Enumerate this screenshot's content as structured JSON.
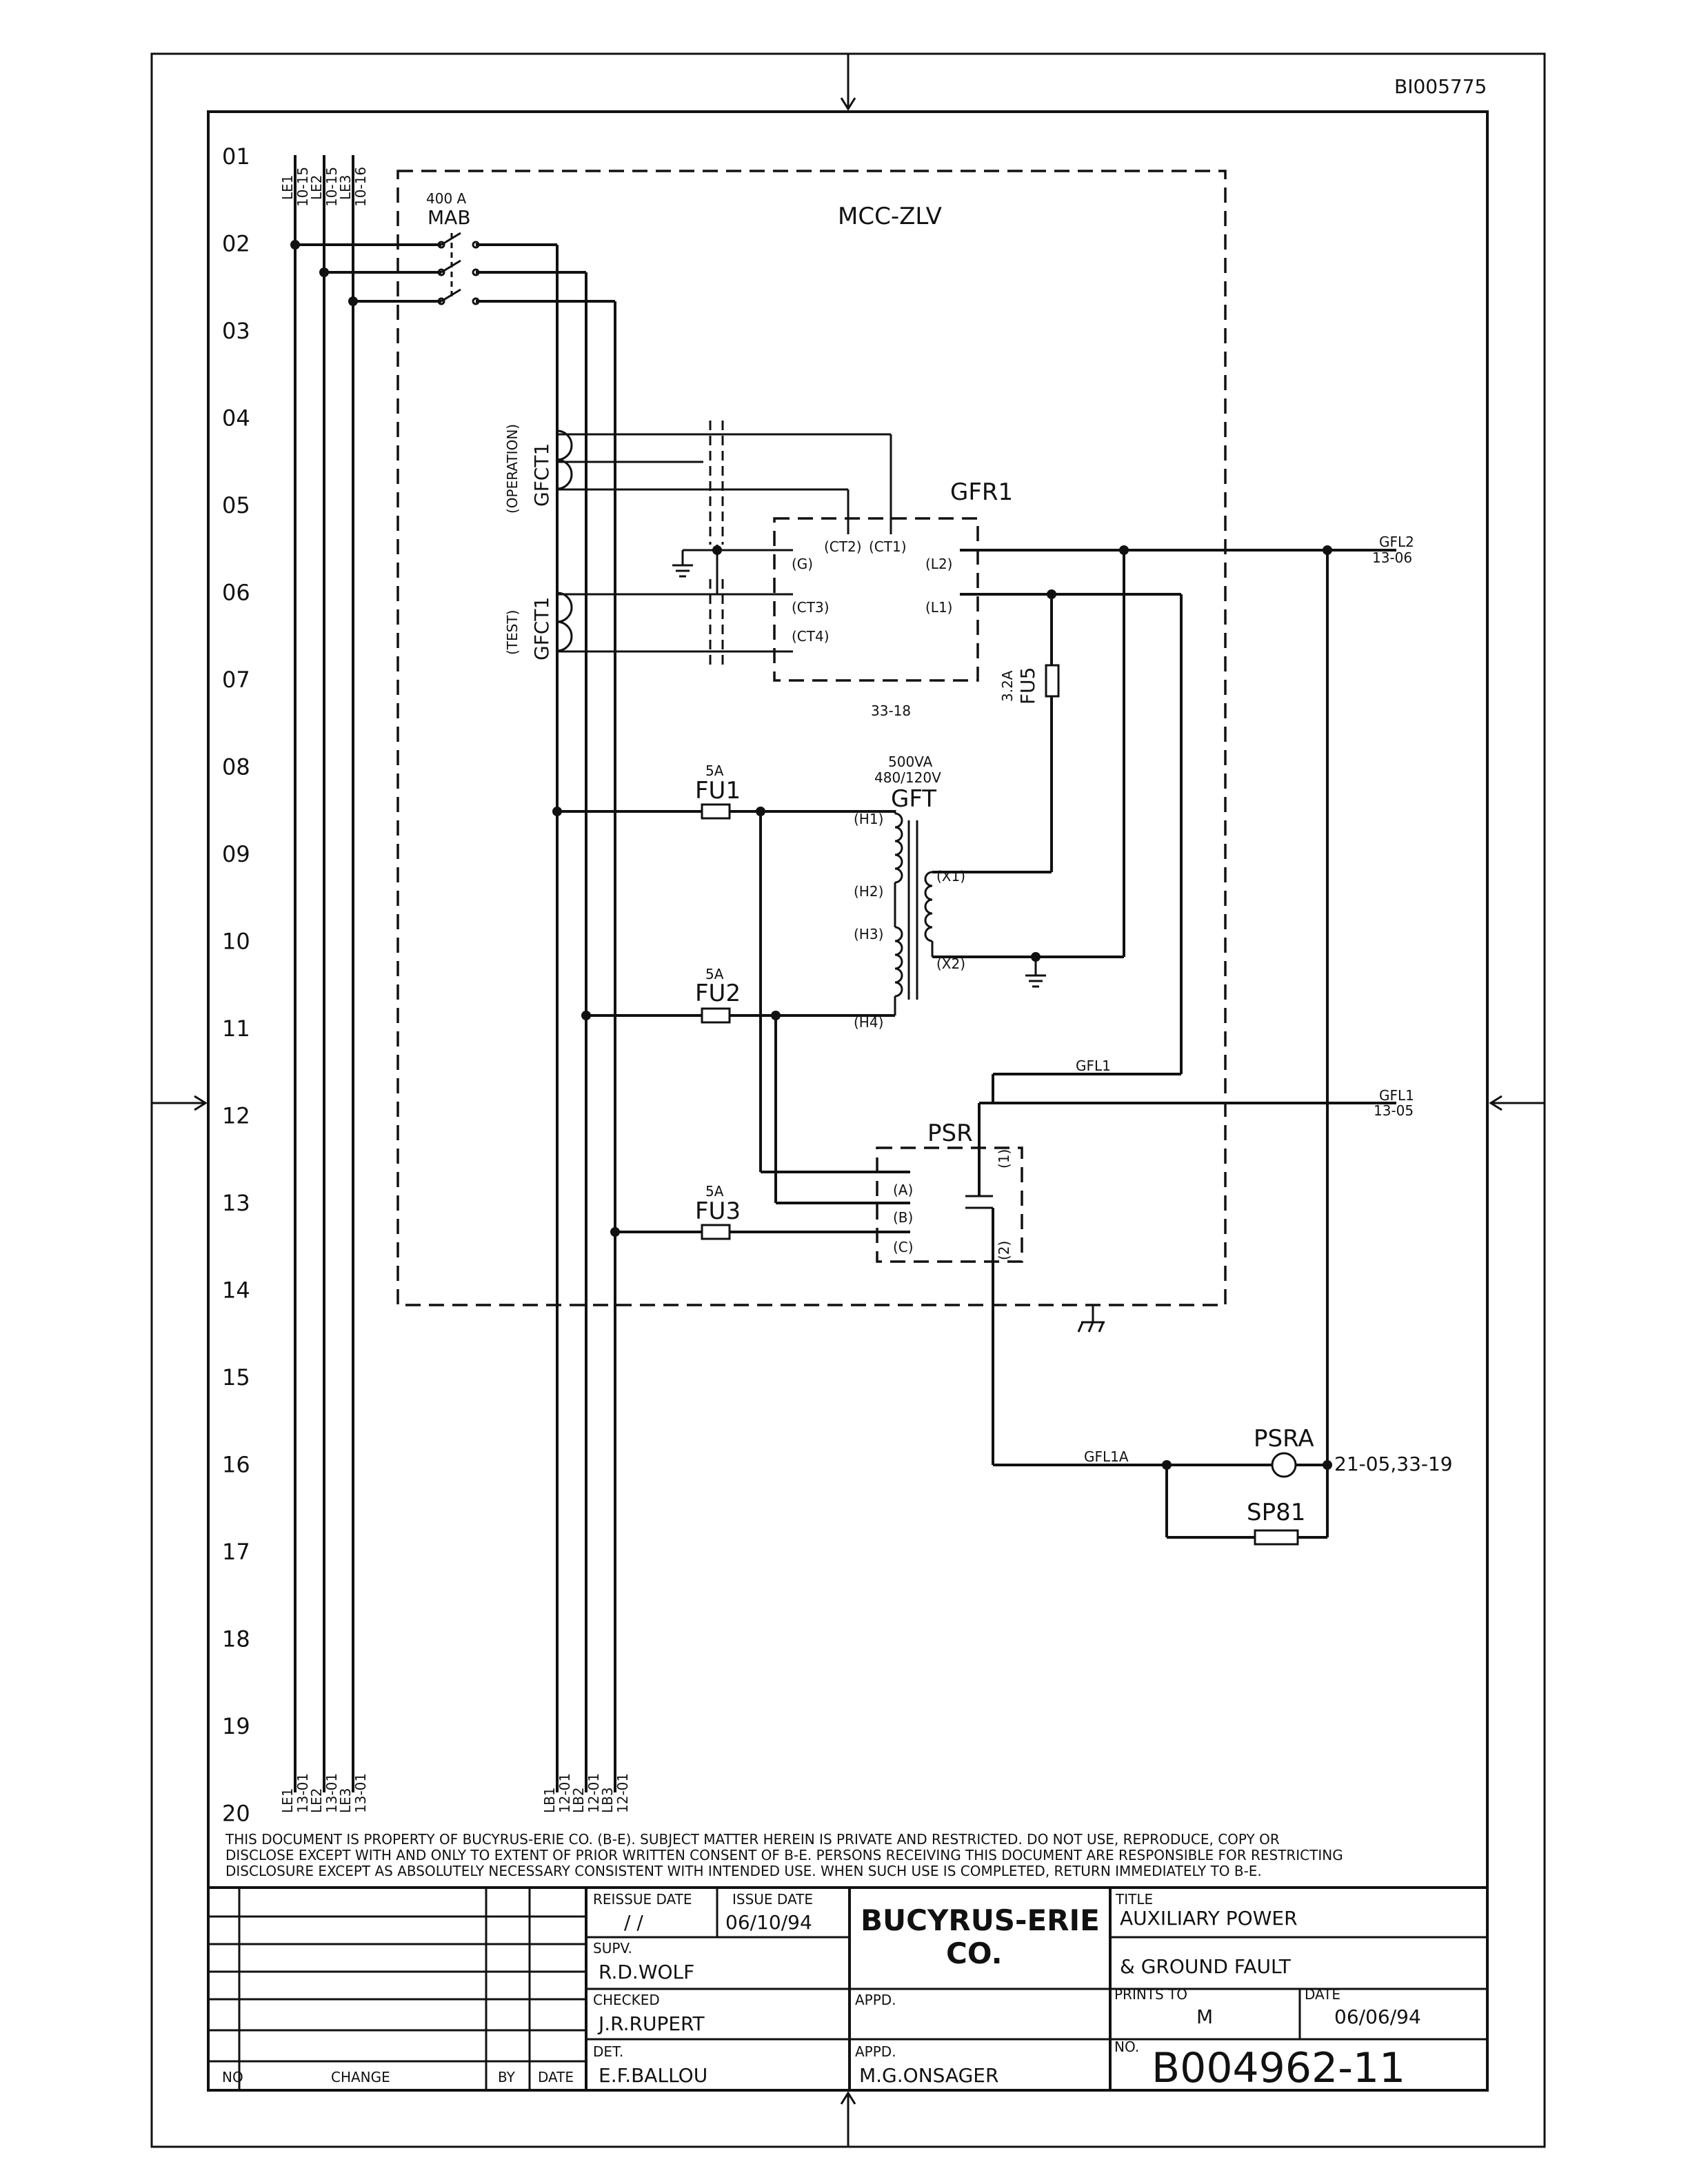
{
  "doc_id": "BI005775",
  "row_labels": [
    "01",
    "02",
    "03",
    "04",
    "05",
    "06",
    "07",
    "08",
    "09",
    "10",
    "11",
    "12",
    "13",
    "14",
    "15",
    "16",
    "17",
    "18",
    "19",
    "20"
  ],
  "labels": {
    "mcc": "MCC-ZLV",
    "mab_rating": "400 A",
    "mab": "MAB",
    "gfct1_op": "GFCT1",
    "gfct1_op_note": "(OPERATION)",
    "gfct1_test": "GFCT1",
    "gfct1_test_note": "(TEST)",
    "gfr1": "GFR1",
    "gfr1_ref": "33-18",
    "t_ct2": "(CT2)",
    "t_ct1": "(CT1)",
    "t_g": "(G)",
    "t_l2": "(L2)",
    "t_ct3": "(CT3)",
    "t_l1": "(L1)",
    "t_ct4": "(CT4)",
    "fu5_rating": "3.2A",
    "fu5": "FU5",
    "gfl2": "GFL2",
    "gfl2_ref": "13-06",
    "gft_va": "500VA",
    "gft_v": "480/120V",
    "gft": "GFT",
    "h1": "(H1)",
    "h2": "(H2)",
    "h3": "(H3)",
    "h4": "(H4)",
    "x1": "(X1)",
    "x2": "(X2)",
    "fu1_rating": "5A",
    "fu1": "FU1",
    "fu2_rating": "5A",
    "fu2": "FU2",
    "fu3_rating": "5A",
    "fu3": "FU3",
    "gfl1_wire": "GFL1",
    "gfl1": "GFL1",
    "gfl1_ref": "13-05",
    "psr": "PSR",
    "psr_a": "(A)",
    "psr_b": "(B)",
    "psr_c": "(C)",
    "psr_1": "(1)",
    "psr_2": "(2)",
    "gfl1a": "GFL1A",
    "psra": "PSRA",
    "psra_ref": "21-05,33-19",
    "sp81": "SP81",
    "le1_top": "LE1",
    "le1_top_ref": "10-15",
    "le2_top": "LE2",
    "le2_top_ref": "10-15",
    "le3_top": "LE3",
    "le3_top_ref": "10-16",
    "le1_bot": "LE1",
    "le1_bot_ref": "13-01",
    "le2_bot": "LE2",
    "le2_bot_ref": "13-01",
    "le3_bot": "LE3",
    "le3_bot_ref": "13-01",
    "lb1": "LB1",
    "lb1_ref": "12-01",
    "lb2": "LB2",
    "lb2_ref": "12-01",
    "lb3": "LB3",
    "lb3_ref": "12-01"
  },
  "notice": [
    "THIS DOCUMENT IS PROPERTY OF BUCYRUS-ERIE CO. (B-E). SUBJECT MATTER HEREIN IS PRIVATE AND RESTRICTED. DO NOT USE, REPRODUCE, COPY OR",
    "DISCLOSE EXCEPT WITH AND ONLY TO EXTENT OF PRIOR WRITTEN CONSENT OF B-E. PERSONS RECEIVING THIS DOCUMENT ARE RESPONSIBLE FOR RESTRICTING",
    "DISCLOSURE EXCEPT AS ABSOLUTELY NECESSARY CONSISTENT WITH INTENDED USE. WHEN SUCH USE IS COMPLETED, RETURN IMMEDIATELY TO B-E."
  ],
  "title_block": {
    "reissue_date_label": "REISSUE DATE",
    "reissue_date": "/ /",
    "issue_date_label": "ISSUE DATE",
    "issue_date": "06/10/94",
    "company_line1": "BUCYRUS-ERIE",
    "company_line2": "CO.",
    "title_label": "TITLE",
    "title_line1": "AUXILIARY POWER",
    "title_line2": "& GROUND FAULT",
    "supv_label": "SUPV.",
    "supv": "R.D.WOLF",
    "checked_label": "CHECKED",
    "checked": "J.R.RUPERT",
    "appd1_label": "APPD.",
    "prints_to_label": "PRINTS TO",
    "prints_to": "M",
    "date_label": "DATE",
    "date": "06/06/94",
    "det_label": "DET.",
    "det": "E.F.BALLOU",
    "appd2_label": "APPD.",
    "appd2": "M.G.ONSAGER",
    "no_label": "NO.",
    "drawing_no": "B004962-11",
    "rev_no_header": "NO",
    "rev_change_header": "CHANGE",
    "rev_by_header": "BY",
    "rev_date_header": "DATE"
  }
}
